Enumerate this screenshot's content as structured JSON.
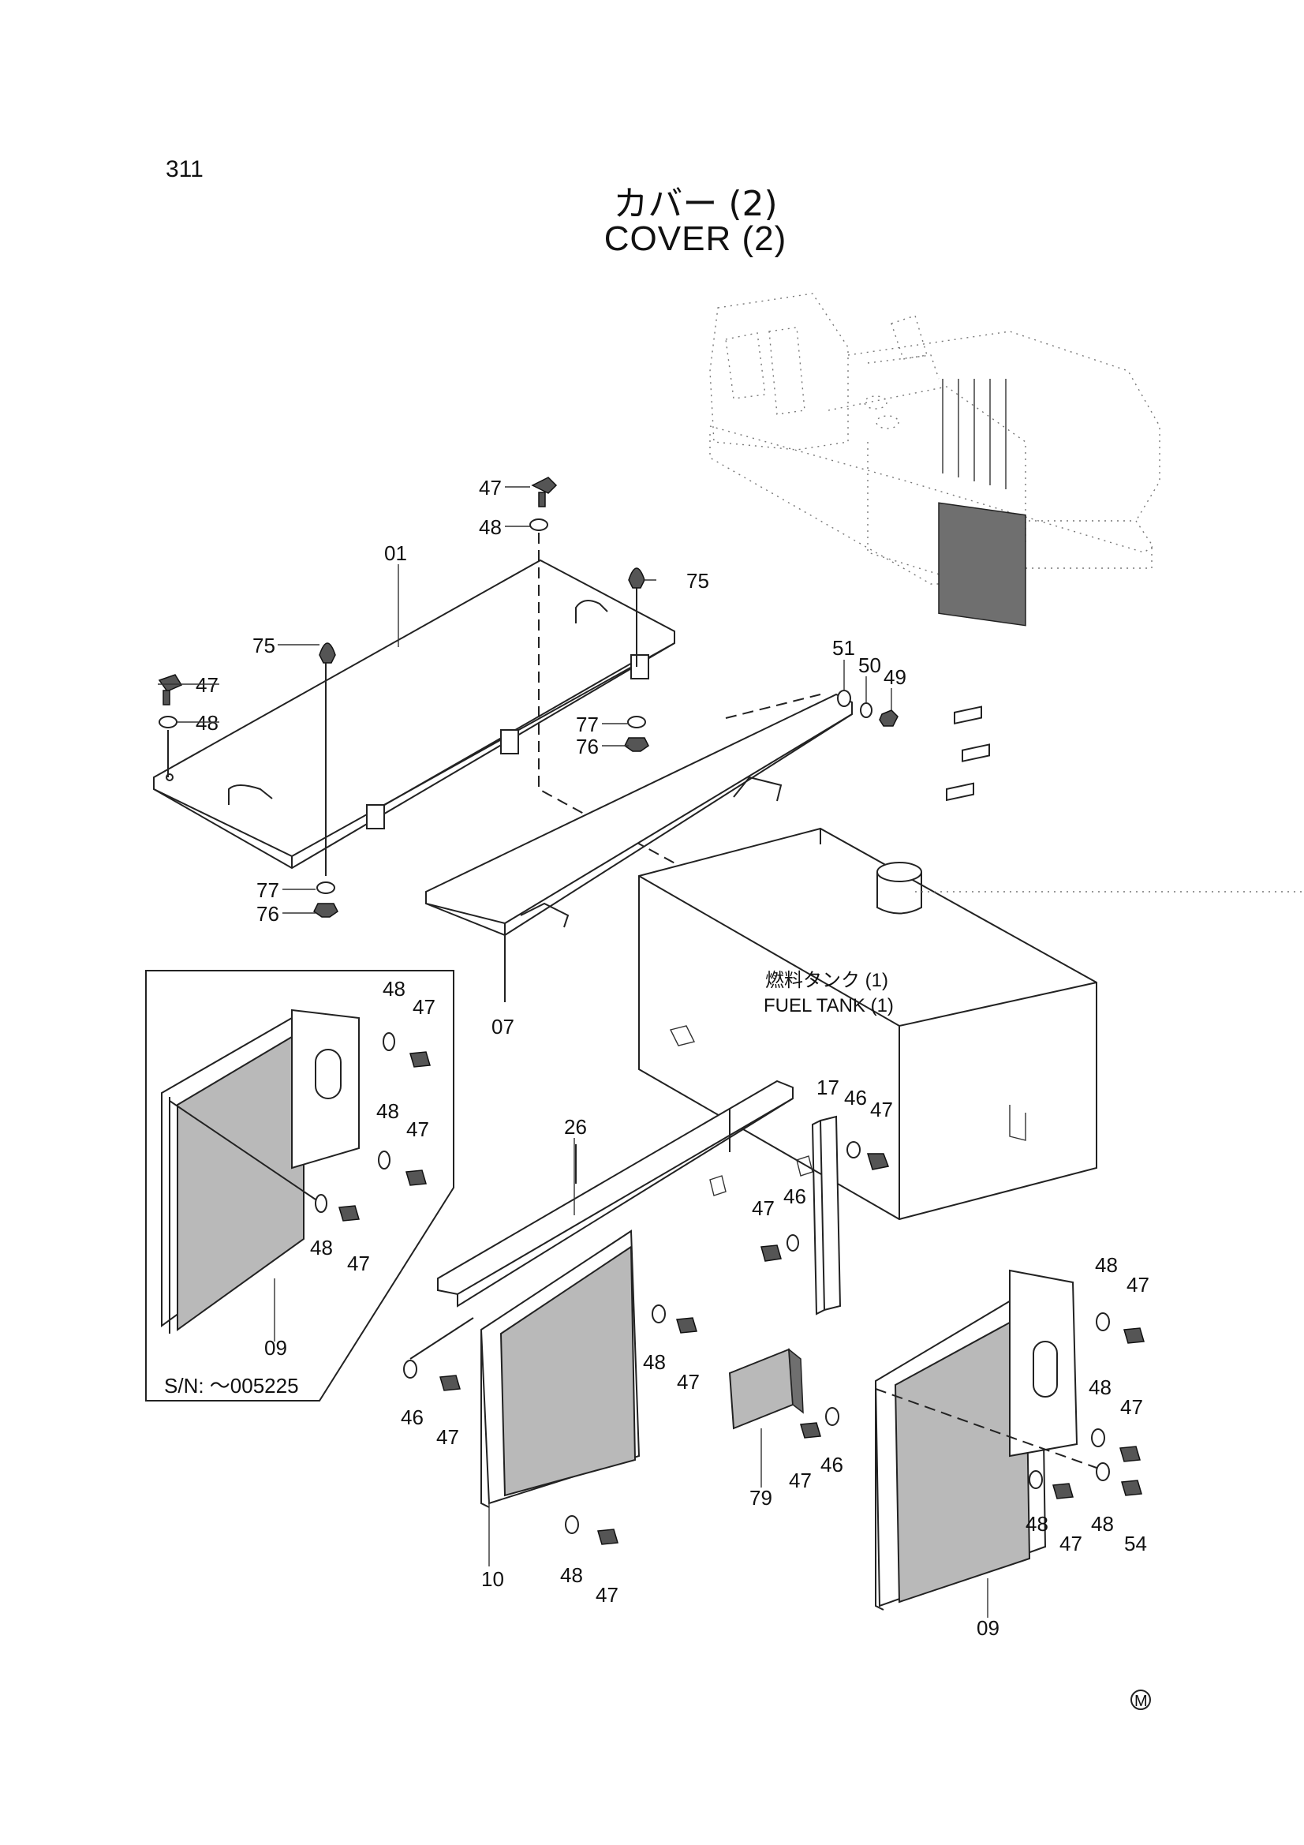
{
  "page_number": "311",
  "title_jp": "カバー (2)",
  "title_en": "COVER (2)",
  "callout": {
    "jp": "燃料タンク (1)",
    "en": "FUEL TANK (1)"
  },
  "inset_serial": "S/N: ～005225",
  "mark": "M",
  "labels": {
    "l47a": "47",
    "l48a": "48",
    "l01": "01",
    "l75a": "75",
    "l75b": "75",
    "l47b": "47",
    "l48b": "48",
    "l77a": "77",
    "l76a": "76",
    "l77b": "77",
    "l76b": "76",
    "l07": "07",
    "l51": "51",
    "l50": "50",
    "l49": "49",
    "i48a": "48",
    "i47a": "47",
    "i48b": "48",
    "i47b": "47",
    "i48c": "48",
    "i47c": "47",
    "i09": "09",
    "l26": "26",
    "l17": "17",
    "l46a": "46",
    "l47c": "47",
    "l47d": "47",
    "l46b": "46",
    "l48c": "48",
    "l47e": "47",
    "l46c": "46",
    "l47f": "47",
    "l10": "10",
    "l48d": "48",
    "l47g": "47",
    "l79": "79",
    "l47h": "47",
    "l46d": "46",
    "l48e": "48",
    "l47i": "47",
    "l48f": "48",
    "l47j": "47",
    "l48g": "48",
    "l47k": "47",
    "l48h": "48",
    "l54": "54",
    "l09": "09"
  }
}
